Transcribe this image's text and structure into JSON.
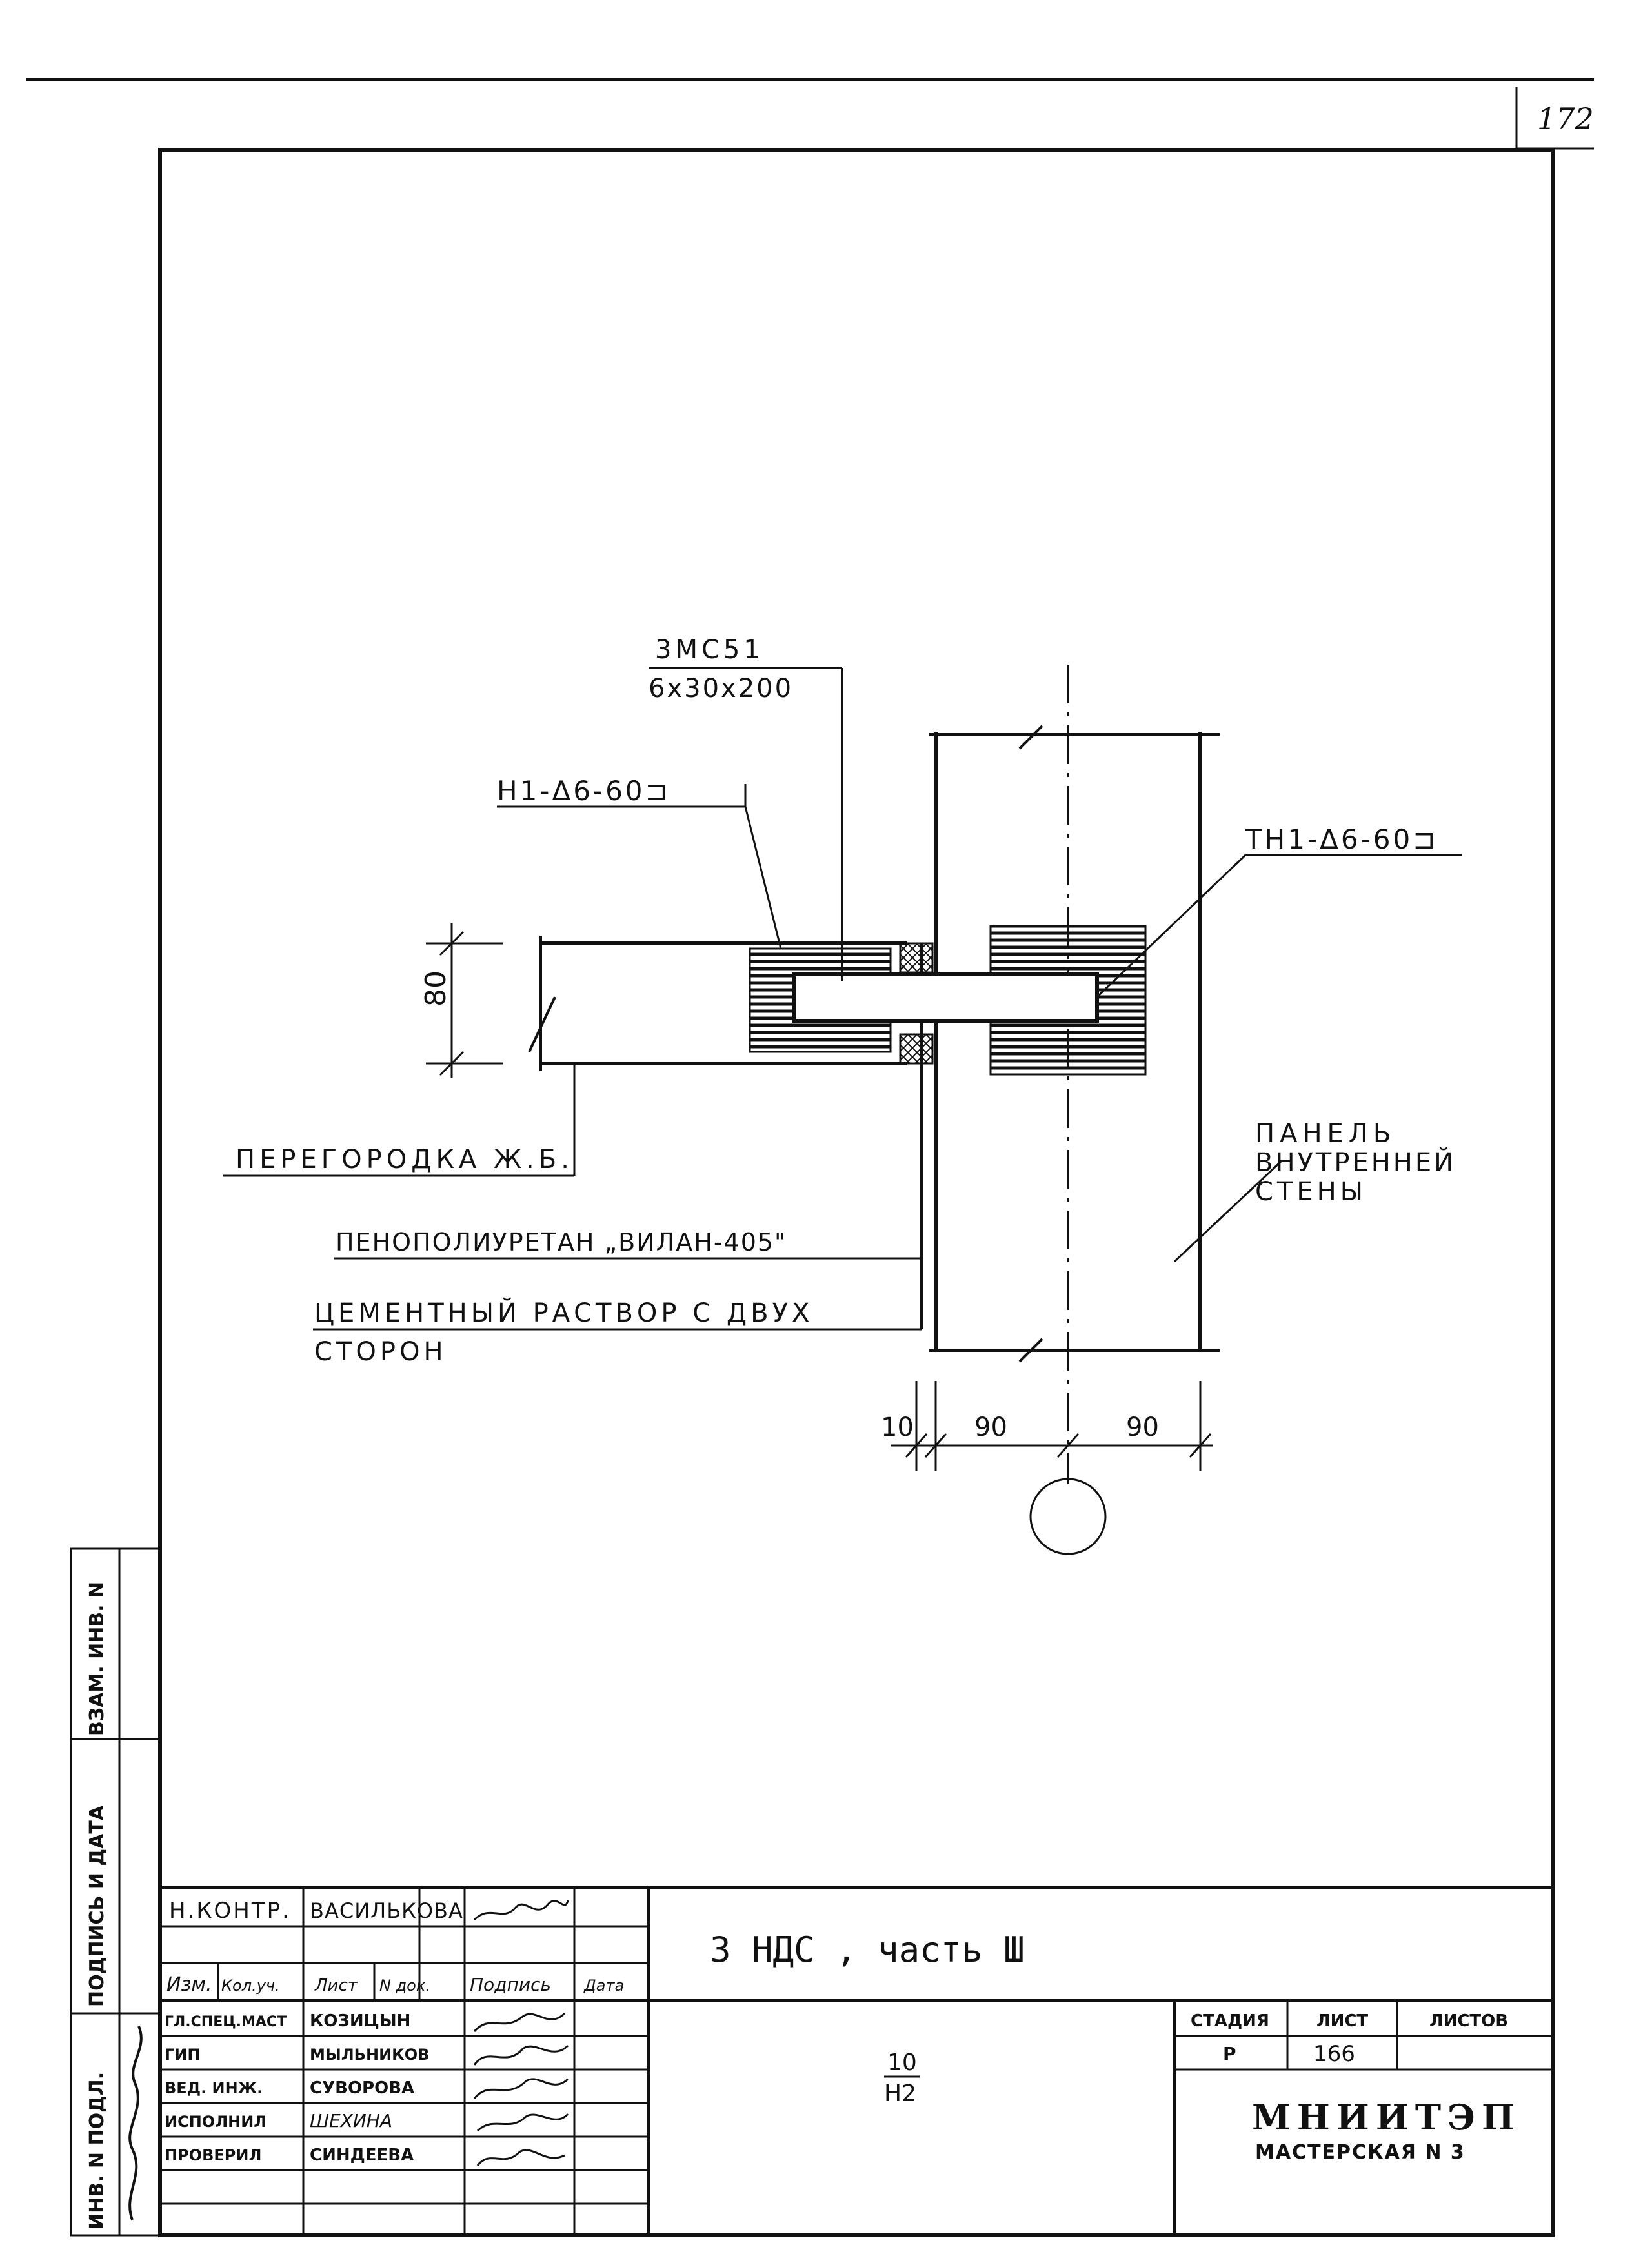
{
  "sheet": {
    "page_number": "172"
  },
  "drawing": {
    "bar_mark": "3МС51",
    "bar_size": "6x30x200",
    "anchor_left": "Н1-Δ6-60⊐",
    "anchor_right": "ТН1-Δ6-60⊐",
    "dim_height": "80",
    "dim_gap": "10",
    "dim_left": "90",
    "dim_right": "90",
    "label_partition": "ПЕРЕГОРОДКА Ж.Б.",
    "label_foam": "ПЕНОПОЛИУРЕТАН „ВИЛАН-405\"",
    "label_mortar_1": "ЦЕМЕНТНЫЙ РАСТВОР С ДВУХ",
    "label_mortar_2": "СТОРОН",
    "label_panel_1": "ПАНЕЛЬ",
    "label_panel_2": "ВНУТРЕННЕЙ",
    "label_panel_3": "СТЕНЫ"
  },
  "side_stamp": {
    "inv_vzam": "ВЗАМ. ИНВ. N",
    "sign_date": "ПОДПИСЬ И ДАТА",
    "inv_podl": "ИНВ. N ПОДЛ."
  },
  "title_block": {
    "nkontr_role": "Н.КОНТР.",
    "nkontr_name": "ВАСИЛЬКОВА",
    "headers": [
      "Изм.",
      "Кол.уч.",
      "Лист",
      "N док.",
      "Подпись",
      "Дата"
    ],
    "roles": [
      "ГЛ.СПЕЦ.МАСТ",
      "ГИП",
      "ВЕД. ИНЖ.",
      "ИСПОЛНИЛ",
      "ПРОВЕРИЛ"
    ],
    "names": [
      "КОЗИЦЫН",
      "МЫЛЬНИКОВ",
      "СУВОРОВА",
      "ШЕХИНА",
      "СИНДЕЕВА"
    ],
    "project_title": "3 НДС , часть Ш",
    "fraction_top": "10",
    "fraction_bottom": "Н2",
    "stage_label": "СТАДИЯ",
    "sheet_label": "ЛИСТ",
    "sheets_label": "ЛИСТОВ",
    "stage_value": "Р",
    "sheet_value": "166",
    "org_name": "МНИИТЭП",
    "org_sub": "МАСТЕРСКАЯ N 3"
  }
}
